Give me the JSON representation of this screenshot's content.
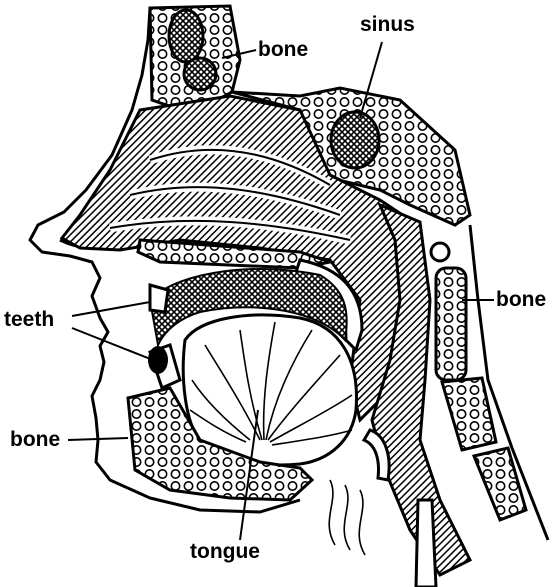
{
  "diagram": {
    "labels": {
      "bone_top": "bone",
      "sinus": "sinus",
      "bone_spine": "bone",
      "teeth": "teeth",
      "bone_jaw": "bone",
      "tongue": "tongue"
    },
    "colors": {
      "ink": "#000000",
      "paper": "#ffffff"
    }
  }
}
